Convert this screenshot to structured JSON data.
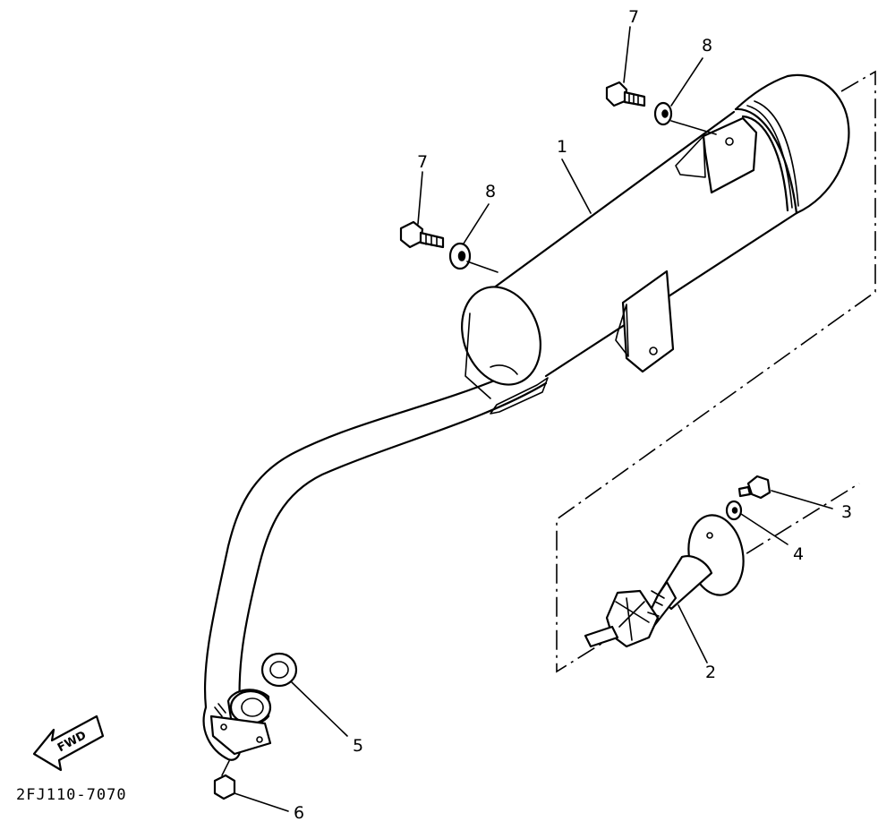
{
  "diagram": {
    "code": "2FJ110-7070",
    "fwd_label": "FWD",
    "callouts": [
      {
        "id": "c1",
        "text": "1"
      },
      {
        "id": "c2",
        "text": "2"
      },
      {
        "id": "c3",
        "text": "3"
      },
      {
        "id": "c4",
        "text": "4"
      },
      {
        "id": "c5",
        "text": "5"
      },
      {
        "id": "c6",
        "text": "6"
      },
      {
        "id": "c7a",
        "text": "7"
      },
      {
        "id": "c7b",
        "text": "7"
      },
      {
        "id": "c8a",
        "text": "8"
      },
      {
        "id": "c8b",
        "text": "8"
      }
    ]
  }
}
